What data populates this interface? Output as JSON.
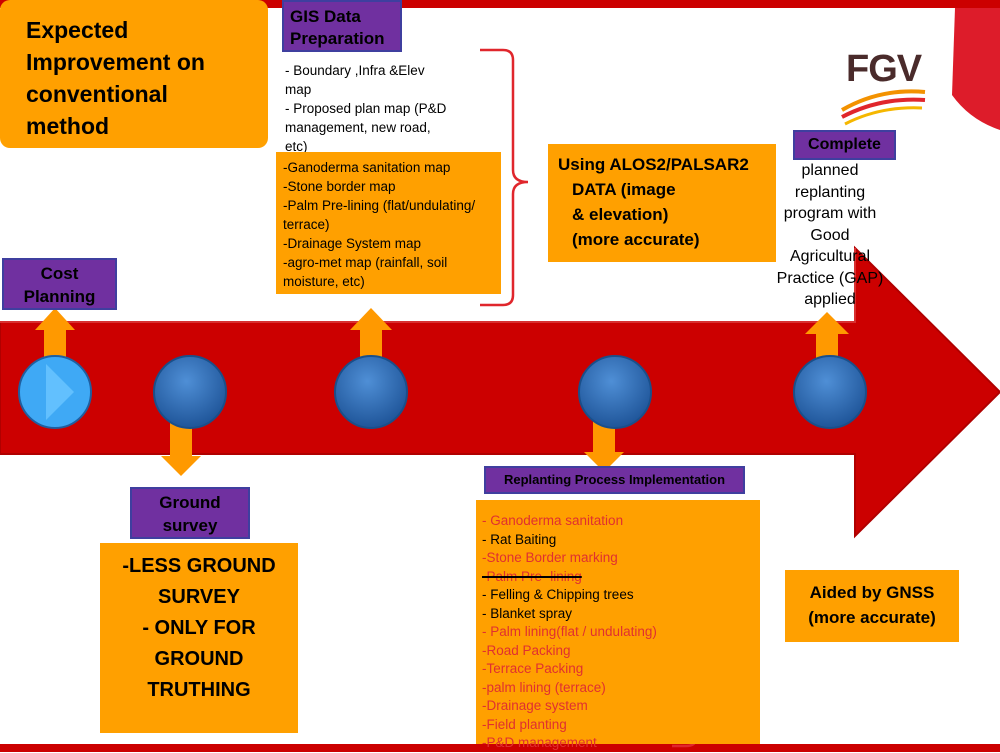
{
  "title": "Expected Improvement on conventional method",
  "logo": "FGV",
  "colors": {
    "arrow": "#cc0000",
    "box": "#ffa000",
    "label": "#7030a0",
    "circle": "#2e6bb5"
  },
  "stages": {
    "cost_planning": "Cost Planning",
    "gis": "GIS Data Preparation",
    "ground_survey": "Ground survey",
    "replanting": "Replanting Process Implementation",
    "complete": "Complete"
  },
  "gis_list": [
    "- Boundary ,Infra &Elev",
    "map",
    "- Proposed plan map (P&D",
    "management, new road,",
    "etc)"
  ],
  "gis_orange_list": [
    "-Ganoderma sanitation map",
    "-Stone border map",
    "-Palm Pre-lining (flat/undulating/",
    "terrace)",
    "-Drainage System map",
    "-agro-met map (rainfall, soil",
    "moisture, etc)"
  ],
  "alos": [
    "Using ALOS2/PALSAR2",
    "DATA (image",
    "& elevation)",
    "(more accurate)"
  ],
  "complete_text": [
    "planned",
    "replanting",
    "program with",
    "Good",
    "Agricultural",
    "Practice (GAP)",
    "applied"
  ],
  "ground_text": [
    "-LESS GROUND",
    "SURVEY",
    "- ONLY FOR",
    "GROUND",
    "TRUTHING"
  ],
  "replanting_list": [
    "- Ganoderma sanitation",
    "- Rat Baiting",
    "-Stone Border marking",
    "-Palm Pre- lining",
    "- Felling & Chipping trees",
    "- Blanket spray",
    "- Palm lining(flat / undulating)",
    "-Road Packing",
    "-Terrace Packing",
    "-palm lining (terrace)",
    "-Drainage system",
    "-Field planting",
    "-P&D  management"
  ],
  "gnss": [
    "Aided by GNSS",
    "(more accurate)"
  ]
}
